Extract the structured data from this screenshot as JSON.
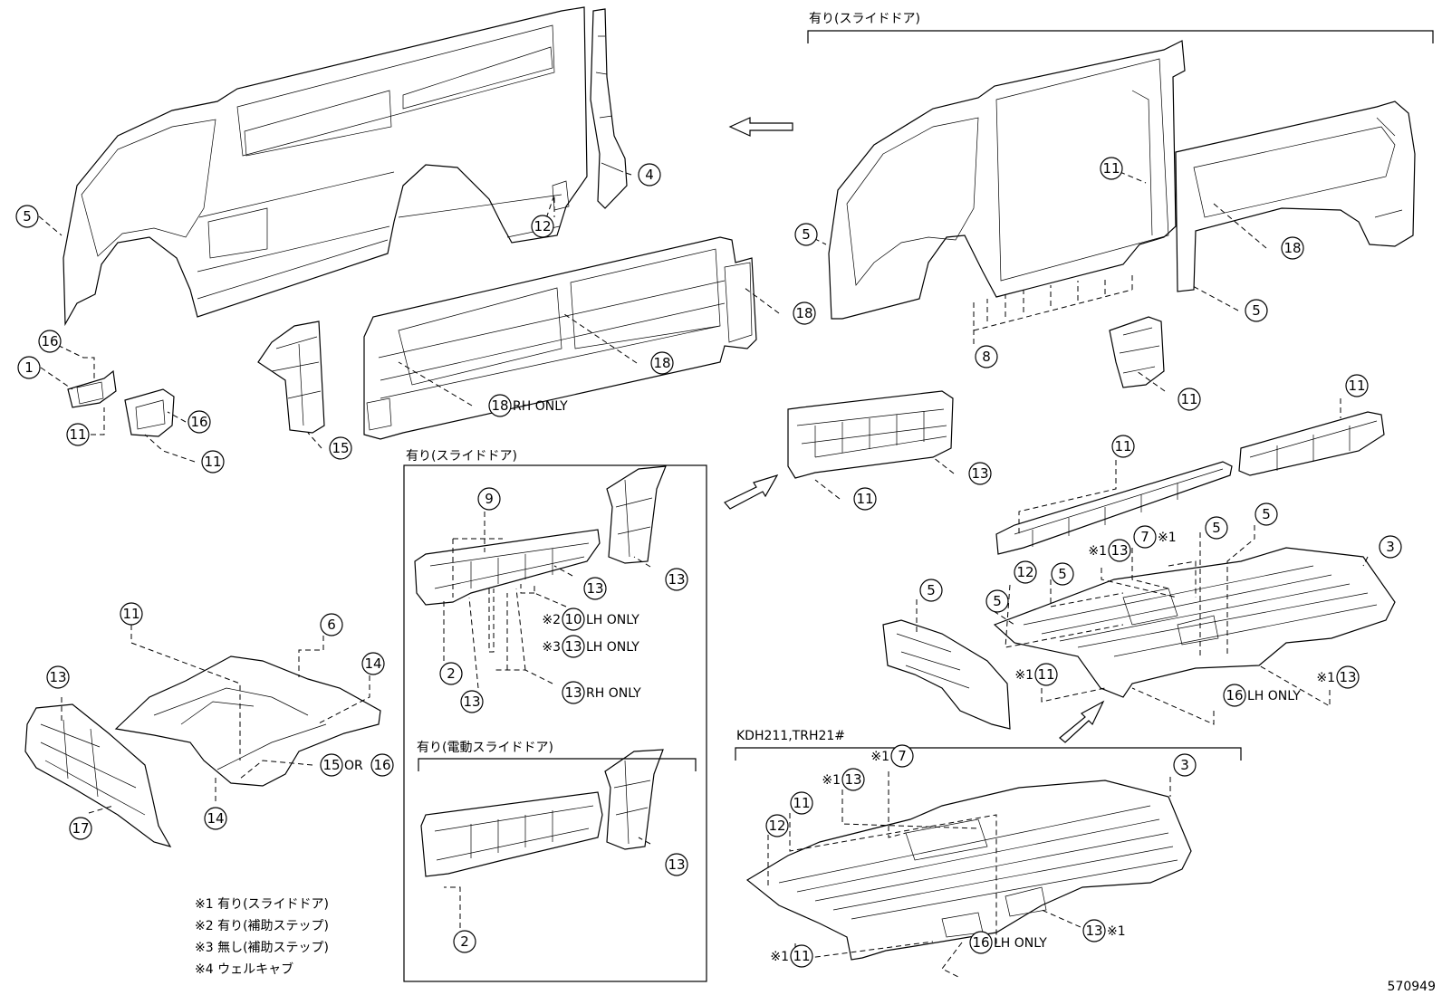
{
  "sections": {
    "top_right_header": "有り(スライドドア)",
    "middle_box_header": "有り(スライドドア)",
    "power_box_header": "有り(電動スライドドア)",
    "floor_header": "KDH211,TRH21#"
  },
  "footnotes": [
    "※1 有り(スライドドア)",
    "※2 有り(補助ステップ)",
    "※3 無し(補助ステップ)",
    "※4 ウェルキャブ"
  ],
  "diagram_code": "570949",
  "callouts": [
    {
      "num": "5"
    },
    {
      "num": "4"
    },
    {
      "num": "12"
    },
    {
      "num": "18"
    },
    {
      "num": "18"
    },
    {
      "num": "18",
      "suffix": "RH ONLY"
    },
    {
      "num": "16"
    },
    {
      "num": "1"
    },
    {
      "num": "11"
    },
    {
      "num": "16"
    },
    {
      "num": "11"
    },
    {
      "num": "15"
    },
    {
      "num": "5"
    },
    {
      "num": "11"
    },
    {
      "num": "18"
    },
    {
      "num": "5"
    },
    {
      "num": "8"
    },
    {
      "num": "11"
    },
    {
      "num": "11"
    },
    {
      "num": "13"
    },
    {
      "num": "11"
    },
    {
      "num": "11"
    },
    {
      "num": "9"
    },
    {
      "num": "13"
    },
    {
      "num": "13"
    },
    {
      "num": "10",
      "prefix": "※2",
      "suffix": "LH ONLY"
    },
    {
      "num": "13",
      "prefix": "※3",
      "suffix": "LH ONLY"
    },
    {
      "num": "2"
    },
    {
      "num": "13"
    },
    {
      "num": "13",
      "suffix": "RH ONLY"
    },
    {
      "num": "13"
    },
    {
      "num": "2"
    },
    {
      "num": "11"
    },
    {
      "num": "6"
    },
    {
      "num": "14"
    },
    {
      "num": "13"
    },
    {
      "num": "14"
    },
    {
      "num": "17"
    },
    {
      "num": "15",
      "suffix": "OR"
    },
    {
      "num": "16"
    },
    {
      "num": "5"
    },
    {
      "num": "5"
    },
    {
      "num": "5"
    },
    {
      "num": "5"
    },
    {
      "num": "7",
      "suffix": "※1"
    },
    {
      "num": "13",
      "prefix": "※1"
    },
    {
      "num": "12"
    },
    {
      "num": "3"
    },
    {
      "num": "5"
    },
    {
      "num": "11",
      "prefix": "※1"
    },
    {
      "num": "16",
      "suffix": "LH ONLY"
    },
    {
      "num": "13",
      "prefix": "※1"
    },
    {
      "num": "7",
      "prefix": "※1"
    },
    {
      "num": "13",
      "prefix": "※1"
    },
    {
      "num": "11"
    },
    {
      "num": "12"
    },
    {
      "num": "3"
    },
    {
      "num": "11",
      "prefix": "※1"
    },
    {
      "num": "16",
      "suffix": "LH ONLY"
    },
    {
      "num": "13",
      "suffix": "※1"
    }
  ]
}
